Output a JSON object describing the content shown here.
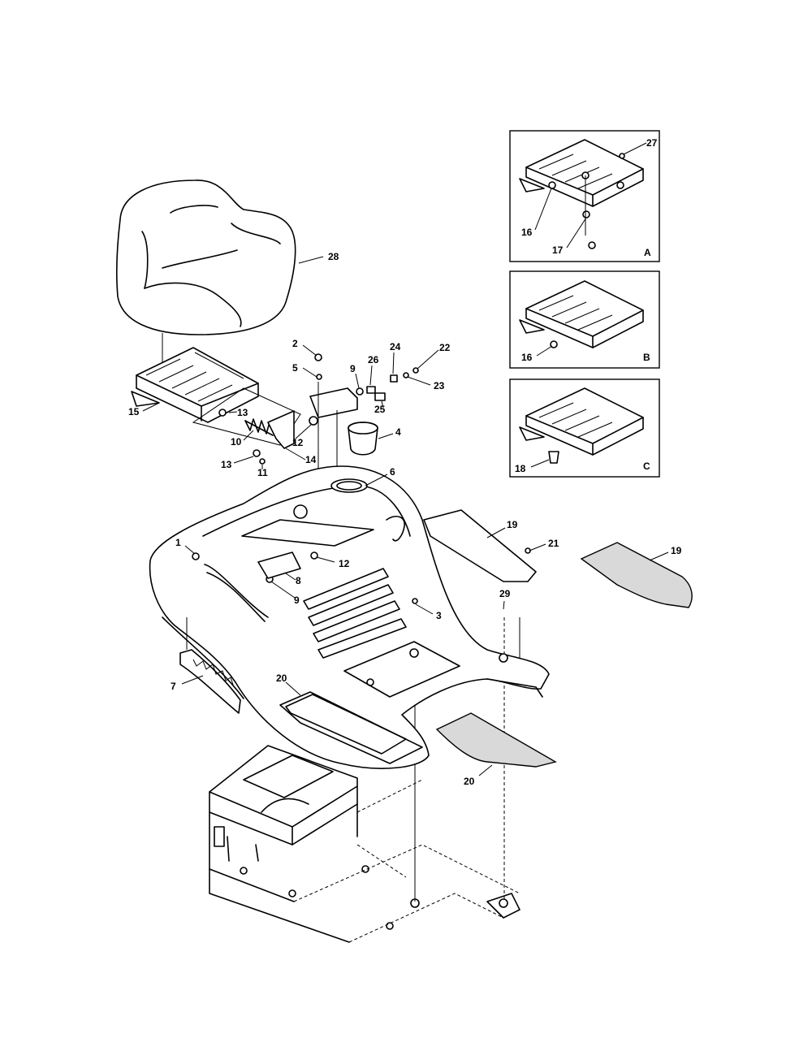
{
  "callouts": {
    "c1": "1",
    "c2": "2",
    "c3": "3",
    "c4": "4",
    "c5": "5",
    "c6": "6",
    "c7": "7",
    "c8": "8",
    "c9a": "9",
    "c9b": "9",
    "c10": "10",
    "c11": "11",
    "c12a": "12",
    "c12b": "12",
    "c13a": "13",
    "c13b": "13",
    "c14": "14",
    "c15": "15",
    "c16a": "16",
    "c16b": "16",
    "c17": "17",
    "c18": "18",
    "c19a": "19",
    "c19b": "19",
    "c20a": "20",
    "c20b": "20",
    "c21": "21",
    "c22": "22",
    "c23": "23",
    "c24": "24",
    "c25": "25",
    "c26": "26",
    "c27": "27",
    "c28": "28",
    "c29": "29"
  },
  "insets": {
    "a": "A",
    "b": "B",
    "c": "C"
  }
}
